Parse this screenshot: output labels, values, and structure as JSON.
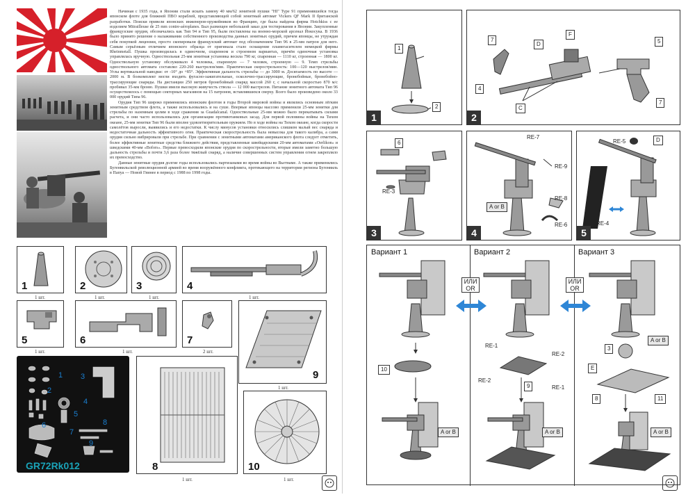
{
  "left_page": {
    "article": [
      "Начиная с 1935 года, в Японии стали искать замену 40 мм/62 зенитной пушки \"HI\" Type 91 применявшейся тогда японском флоте для ближней ПВО кораблей, представляющей собой зенитный автомат Vickers QF Mark II британской разработки. Поиски привели японских инженеров-оружейников во Францию, где была найдена фирма Hotchkiss с ее изделием Mitrailleuse de 25 mm contre-aéroplanes. Был размещен небольшой заказ для тестирования в Японии. Закупленные французские орудия, обозначались как Тип 94 и Тип 95, были поставлены на военно-морской арсенал Йокосука. В 1936 было принято решение о налаживании собственного производства данных зенитных орудий, причем японцы, не утруждая себя покупкой лицензии, просто скопировали французский автомат под обозначением Тип 96 в 25-мм патрон для него. Самым серьёзным отличием японского образца от оригинала стало оснащение пламегасителем немецкой фирмы Rheinmetall. Пушка производилась в одиночном, спаренном и строенном вариантах, причём одиночная установка управлялась вручную. Одноствольная 25-мм зенитная установка весила 790 кг, спаренная — 1110 кг, строенная — 1800 кг. Одноствольную установку обслуживало 4 человека, спаренную — 7 человек, строенную — 9. Темп стрельбы одноствольного автомата составлял 220-260 выстрелов/мин. Практическая скорострельность: 100—120 выстрелов/мин. Углы вертикальной наводки: от -10° до +85°. Эффективная дальность стрельбы — до 3000 м. Досягаемость по высоте — 2000 м. В боекомплект могли входить фугасно-зажигательные, осколочно-трассирующие, бронебойные, бронебойно-трассирующие снаряды. На дистанции 250 метров бронебойный снаряд массой 260 г, с начальной скоростью 870 м/с пробивал 35-мм броню. Пушки имели высокую живучесть ствола — 12 000 выстрелов. Питание зенитного автомата Тип 96 осуществлялось с помощью секторных магазинов на 15 патронов, вставлявшихся сверху. Всего было произведено около 33 000 орудий Типа 96.",
      "Орудия Тип 96 широко применялись японским флотом в годы Второй мировой войны и являлись основным лёгким зенитным средством флота, а также использовались и на суше. Впервые японцы массово применили 25-мм зенитки для стрельбы по наземным целям в ходе сражения за Guadalcanal. Одноствольные 25-мм можно было перекатывать силами расчета, и они часто использовались для организации противотанковых засад. Для первой половины войны на Тихом океане, 25-мм зенитки Тип 96 были вполне удовлетворительным оружием. Но в ходе войны на Тихом океане, когда скорости самолётов выросли, выявились и его недостатки. К числу минусов установки относились слишком малый вес снаряда и недостаточная дальность эффективного огня. Практическая скорострельность была невысока для такого калибра, а сами орудия сильно вибрировали при стрельбе. При сравнении с зенитными автоматами американского флота следует отметить, более эффективные зенитные средства ближнего действия, представленные швейцарскими 20-мм автоматами «Oerlikon» и шведскими 40-мм «Bofors». Первые превосходили японские орудия по скорострельности, вторые имели заметно большую дальность стрельбы и почти 3,6 раза более тяжёлый снаряд, а наличие совершенных систем управления огнем закрепляло их превосходство.",
      "Данные зенитные орудия долгие годы использовались партизанами во время войны во Вьетнаме. А также применялись Бугенвильской революционной армией во время вооружённого конфликта, протекающего на территории региона Бугенвиль в Папуа — Новой Гвинее в период с 1988 по 1998 годы."
    ],
    "parts": [
      {
        "num": "1",
        "qty": "1 шт."
      },
      {
        "num": "2",
        "qty": "1 шт."
      },
      {
        "num": "3",
        "qty": "1 шт."
      },
      {
        "num": "4",
        "qty": "1 шт."
      },
      {
        "num": "5",
        "qty": "1 шт."
      },
      {
        "num": "6",
        "qty": "1 шт."
      },
      {
        "num": "7",
        "qty": "2 шт."
      },
      {
        "num": "9",
        "qty": "1 шт."
      },
      {
        "num": "8",
        "qty": "1 шт."
      },
      {
        "num": "10",
        "qty": "1 шт."
      }
    ],
    "fret_labels": [
      "1",
      "3",
      "4",
      "2",
      "5",
      "6",
      "7",
      "8",
      "9"
    ],
    "brand": "GR72Rk012"
  },
  "right_page": {
    "steps": [
      "1",
      "2",
      "3",
      "4",
      "5"
    ],
    "step1_parts": [
      "1",
      "2"
    ],
    "step2_parts": [
      "7",
      "D",
      "F",
      "5",
      "4",
      "C",
      "7"
    ],
    "step3_labels": [
      "6",
      "RE-3"
    ],
    "step4_labels": [
      "RE-7",
      "RE-9",
      "A or B",
      "RE-8",
      "RE-6"
    ],
    "step5_labels": [
      "RE-5",
      "D",
      "RE-4"
    ],
    "variants": [
      "Вариант 1",
      "Вариант 2",
      "Вариант 3"
    ],
    "ili": [
      "ИЛИ",
      "OR"
    ],
    "v1_labels": [
      "10",
      "A or B"
    ],
    "v2_labels": [
      "RE-1",
      "RE-2",
      "RE-2",
      "RE-1",
      "9",
      "A or B"
    ],
    "v3_labels": [
      "3",
      "A or B",
      "E",
      "8",
      "11",
      "A or B"
    ]
  },
  "colors": {
    "blue_arrow": "#2e86d6",
    "frame": "#333333",
    "brand": "#1aa3b8",
    "flag_red": "#d6202a"
  }
}
